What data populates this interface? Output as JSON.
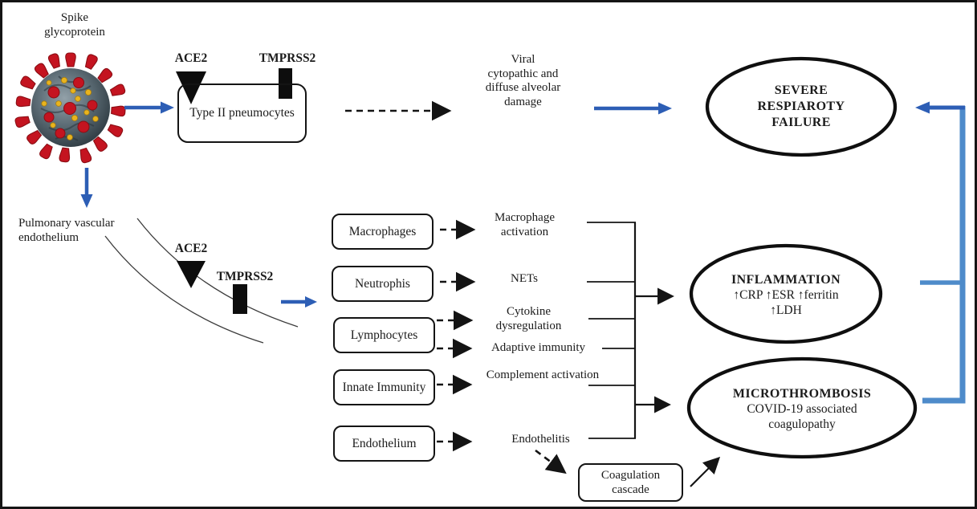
{
  "diagram": {
    "spike_label": "Spike\nglycoprotein",
    "top_pathway": {
      "ace2_label": "ACE2",
      "tmprss2_label": "TMPRSS2",
      "pneumocyte_box": "Type II pneumocytes",
      "damage_label": "Viral\ncytopathic and\ndiffuse alveolar\ndamage"
    },
    "severe_ellipse": {
      "text": "SEVERE\nRESPIAROTY\nFAILURE"
    },
    "vessel_pathway": {
      "pulmonary_label": "Pulmonary vascular\nendothelium",
      "ace2_label": "ACE2",
      "tmprss2_label": "TMPRSS2"
    },
    "cells": [
      "Macrophages",
      "Neutrophis",
      "Lymphocytes",
      "Innate Immunity",
      "Endothelium"
    ],
    "effects": [
      "Macrophage\nactivation",
      "NETs",
      "Cytokine\ndysregulation",
      "Adaptive immunity",
      "Complement activation",
      "Endothelitis"
    ],
    "inflammation_ellipse": {
      "title": "INFLAMMATION",
      "markers_line1": "↑CRP ↑ESR ↑ferritin",
      "markers_line2": "↑LDH"
    },
    "microthrombosis_ellipse": {
      "title": "MICROTHROMBOSIS",
      "sub_line1": "COVID-19 associated",
      "sub_line2": "coagulopathy"
    },
    "coagulation_box": "Coagulation\ncascade",
    "colors": {
      "arrow_blue": "#2d5eb5",
      "bracket_blue": "#4e8bca",
      "line_black": "#141414",
      "spike_red": "#c41420",
      "virion_gray": "#4e5e67",
      "dot_yellow": "#e9b41e"
    }
  }
}
